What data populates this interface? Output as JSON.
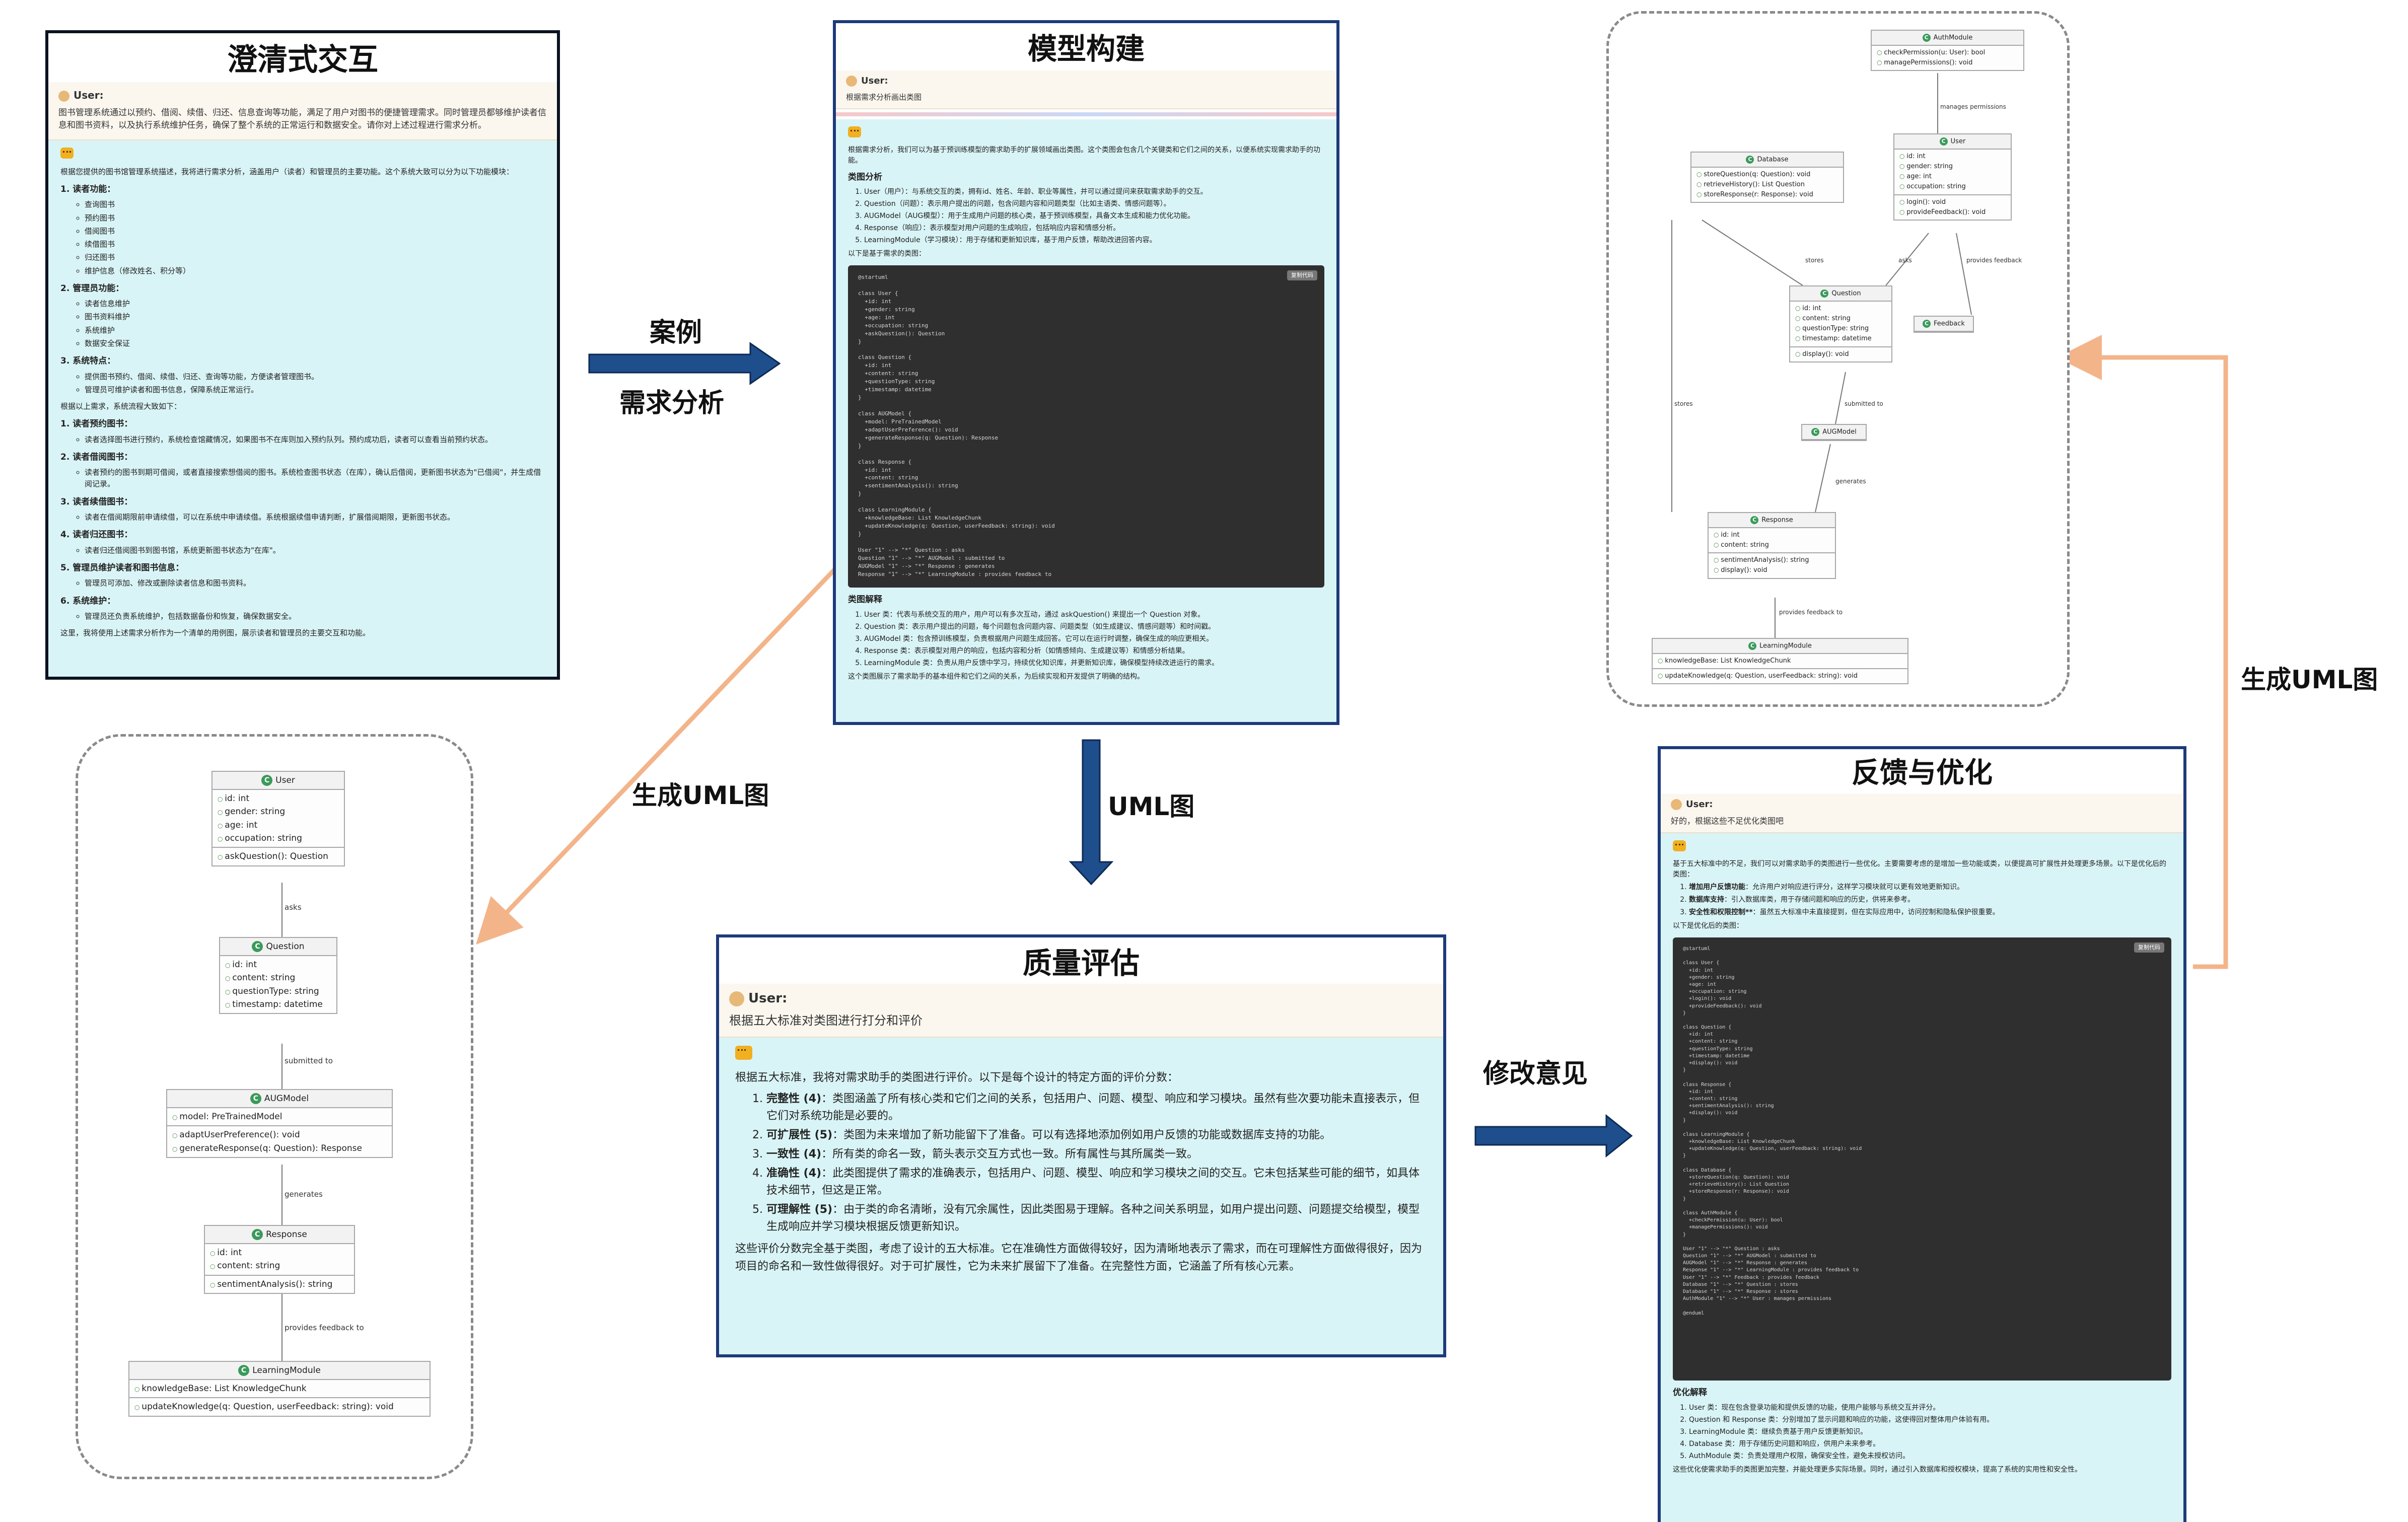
{
  "panels": {
    "clarify": {
      "title": "澄清式交互",
      "user_label": "User:",
      "user_text": "图书管理系统通过以预约、借阅、续借、归还、信息查询等功能，满足了用户对图书的便捷管理需求。同时管理员都够维护读者信息和图书资料，以及执行系统维护任务，确保了整个系统的正常运行和数据安全。请你对上述过程进行需求分析。",
      "ai_intro": "根据您提供的图书馆管理系统描述，我将进行需求分析，涵盖用户（读者）和管理员的主要功能。这个系统大致可以分为以下功能模块：",
      "sections": [
        {
          "title": "1. 读者功能：",
          "items": [
            "查询图书",
            "预约图书",
            "借阅图书",
            "续借图书",
            "归还图书",
            "维护信息（修改姓名、积分等）"
          ]
        },
        {
          "title": "2. 管理员功能：",
          "items": [
            "读者信息维护",
            "图书资料维护",
            "系统维护",
            "数据安全保证"
          ]
        },
        {
          "title": "3. 系统特点：",
          "items": [
            "提供图书预约、借阅、续借、归还、查询等功能，方便读者管理图书。",
            "管理员可维护读者和图书信息，保障系统正常运行。"
          ]
        }
      ],
      "flow_intro": "根据以上需求，系统流程大致如下：",
      "flow": [
        {
          "title": "1. 读者预约图书：",
          "text": "读者选择图书进行预约，系统检查馆藏情况，如果图书不在库则加入预约队列。预约成功后，读者可以查看当前预约状态。"
        },
        {
          "title": "2. 读者借阅图书：",
          "text": "读者预约的图书到期可借阅，或者直接搜索想借阅的图书。系统检查图书状态（在库），确认后借阅，更新图书状态为\"已借阅\"，并生成借阅记录。"
        },
        {
          "title": "3. 读者续借图书：",
          "text": "读者在借阅期限前申请续借，可以在系统中申请续借。系统根据续借申请判断，扩展借阅期限，更新图书状态。"
        },
        {
          "title": "4. 读者归还图书：",
          "text": "读者归还借阅图书到图书馆，系统更新图书状态为\"在库\"。"
        },
        {
          "title": "5. 管理员维护读者和图书信息：",
          "text": "管理员可添加、修改或删除读者信息和图书资料。"
        },
        {
          "title": "6. 系统维护：",
          "text": "管理员还负责系统维护，包括数据备份和恢复，确保数据安全。"
        }
      ],
      "closing": "这里，我将使用上述需求分析作为一个清单的用例图，展示读者和管理员的主要交互和功能。"
    },
    "model": {
      "title": "模型构建",
      "user_label": "User:",
      "user_text": "根据需求分析画出类图",
      "ai_intro": "根据需求分析，我们可以为基于预训练模型的需求助手的扩展领域画出类图。这个类图会包含几个关键类和它们之间的关系，以便系统实现需求助手的功能。",
      "classes_title": "类图分析",
      "classes": [
        "User（用户）：与系统交互的类，拥有id、姓名、年龄、职业等属性，并可以通过提问来获取需求助手的交互。",
        "Question（问题）：表示用户提出的问题，包含问题内容和问题类型（比如主语类、情感问题等）。",
        "AUGModel（AUG模型）：用于生成用户问题的核心类，基于预训练模型，具备文本生成和能力优化功能。",
        "Response（响应）：表示模型对用户问题的生成响应，包括响应内容和情感分析。",
        "LearningModule（学习模块）：用于存储和更新知识库，基于用户反馈，帮助改进回答内容。"
      ],
      "code_intro": "以下是基于需求的类图：",
      "copy_label": "复制代码",
      "code": "@startuml\n\nclass User {\n  +id: int\n  +gender: string\n  +age: int\n  +occupation: string\n  +askQuestion(): Question\n}\n\nclass Question {\n  +id: int\n  +content: string\n  +questionType: string\n  +timestamp: datetime\n}\n\nclass AUGModel {\n  +model: PreTrainedModel\n  +adaptUserPreference(): void\n  +generateResponse(q: Question): Response\n}\n\nclass Response {\n  +id: int\n  +content: string\n  +sentimentAnalysis(): string\n}\n\nclass LearningModule {\n  +knowledgeBase: List KnowledgeChunk\n  +updateKnowledge(q: Question, userFeedback: string): void\n}\n\nUser \"1\" --> \"*\" Question : asks\nQuestion \"1\" --> \"*\" AUGModel : submitted to\nAUGModel \"1\" --> \"*\" Response : generates\nResponse \"1\" --> \"*\" LearningModule : provides feedback to\n\n@enduml",
      "explain_title": "类图解释",
      "explain": [
        "User 类：代表与系统交互的用户，用户可以有多次互动，通过 askQuestion() 来提出一个 Question 对象。",
        "Question 类：表示用户提出的问题，每个问题包含问题内容、问题类型（如生成建议、情感问题等）和时间戳。",
        "AUGModel 类：包含预训练模型，负责根据用户问题生成回答。它可以在运行时调整，确保生成的响应更相关。",
        "Response 类：表示模型对用户的响应，包括内容和分析（如情感倾向、生成建议等）和情感分析结果。",
        "LearningModule 类：负责从用户反馈中学习，持续优化知识库，并更新知识库，确保模型持续改进运行的需求。"
      ],
      "closing": "这个类图展示了需求助手的基本组件和它们之间的关系，为后续实现和开发提供了明确的结构。"
    },
    "quality": {
      "title": "质量评估",
      "user_label": "User:",
      "user_text": "根据五大标准对类图进行打分和评价",
      "ai_intro": "根据五大标准，我将对需求助手的类图进行评价。以下是每个设计的特定方面的评价分数：",
      "items": [
        {
          "head": "完整性 (4)",
          "text": "：类图涵盖了所有核心类和它们之间的关系，包括用户、问题、模型、响应和学习模块。虽然有些次要功能未直接表示，但它们对系统功能是必要的。"
        },
        {
          "head": "可扩展性 (5)",
          "text": "：类图为未来增加了新功能留下了准备。可以有选择地添加例如用户反馈的功能或数据库支持的功能。"
        },
        {
          "head": "一致性 (4)",
          "text": "：所有类的命名一致，箭头表示交互方式也一致。所有属性与其所属类一致。"
        },
        {
          "head": "准确性 (4)",
          "text": "：此类图提供了需求的准确表示，包括用户、问题、模型、响应和学习模块之间的交互。它未包括某些可能的细节，如具体技术细节，但这是正常。"
        },
        {
          "head": "可理解性 (5)",
          "text": "：由于类的命名清晰，没有冗余属性，因此类图易于理解。各种之间关系明显，如用户提出问题、问题提交给模型，模型生成响应并学习模块根据反馈更新知识。"
        }
      ],
      "closing": "这些评价分数完全基于类图，考虑了设计的五大标准。它在准确性方面做得较好，因为清晰地表示了需求，而在可理解性方面做得很好，因为项目的命名和一致性做得很好。对于可扩展性，它为未来扩展留下了准备。在完整性方面，它涵盖了所有核心元素。"
    },
    "feedback": {
      "title": "反馈与优化",
      "user_label": "User:",
      "user_text": "好的，根据这些不足优化类图吧",
      "ai_intro": "基于五大标准中的不足，我们可以对需求助手的类图进行一些优化。主要需要考虑的是增加一些功能或类，以便提高可扩展性并处理更多场景。以下是优化后的类图：",
      "items": [
        {
          "head": "增加用户反馈功能",
          "text": "：允许用户对响应进行评分，这样学习模块就可以更有效地更新知识。"
        },
        {
          "head": "数据库支持",
          "text": "：引入数据库类，用于存储问题和响应的历史，供将来参考。"
        },
        {
          "head": "安全性和权限控制**",
          "text": "：虽然五大标准中未直接提到，但在实际应用中，访问控制和隐私保护很重要。"
        }
      ],
      "code_intro": "以下是优化后的类图：",
      "copy_label": "复制代码",
      "code": "@startuml\n\nclass User {\n  +id: int\n  +gender: string\n  +age: int\n  +occupation: string\n  +login(): void\n  +provideFeedback(): void\n}\n\nclass Question {\n  +id: int\n  +content: string\n  +questionType: string\n  +timestamp: datetime\n  +display(): void\n}\n\nclass Response {\n  +id: int\n  +content: string\n  +sentimentAnalysis(): string\n  +display(): void\n}\n\nclass LearningModule {\n  +knowledgeBase: List KnowledgeChunk\n  +updateKnowledge(q: Question, userFeedback: string): void\n}\n\nclass Database {\n  +storeQuestion(q: Question): void\n  +retrieveHistory(): List Question\n  +storeResponse(r: Response): void\n}\n\nclass AuthModule {\n  +checkPermission(u: User): bool\n  +managePermissions(): void\n}\n\nUser \"1\" --> \"*\" Question : asks\nQuestion \"1\" --> \"*\" AUGModel : submitted to\nAUGModel \"1\" --> \"*\" Response : generates\nResponse \"1\" --> \"*\" LearningModule : provides feedback to\nUser \"1\" --> \"*\" Feedback : provides feedback\nDatabase \"1\" --> \"*\" Question : stores\nDatabase \"1\" --> \"*\" Response : stores\nAuthModule \"1\" --> \"*\" User : manages permissions\n\n@enduml",
      "explain_title": "优化解释",
      "explain": [
        "User 类：现在包含登录功能和提供反馈的功能，使用户能够与系统交互并评分。",
        "Question 和 Response 类：分别增加了显示问题和响应的功能，这使得回对整体用户体验有用。",
        "LearningModule 类：继续负责基于用户反馈更新知识。",
        "Database 类：用于存储历史问题和响应，供用户未来参考。",
        "AuthModule 类：负责处理用户权限，确保安全性，避免未授权访问。"
      ],
      "closing": "这些优化使需求助手的类图更加完整，并能处理更多实际场景。同时，通过引入数据库和授权模块，提高了系统的实用性和安全性。"
    }
  },
  "arrows": {
    "case": "案例",
    "req": "需求分析",
    "uml_left": "生成UML图",
    "uml_down": "UML图",
    "revise": "修改意见",
    "uml_right": "生成UML图"
  },
  "uml_left": {
    "classes": [
      {
        "name": "User",
        "attrs": [
          "id: int",
          "gender: string",
          "age: int",
          "occupation: string"
        ],
        "methods": [
          "askQuestion(): Question"
        ]
      },
      {
        "name": "Question",
        "attrs": [
          "id: int",
          "content: string",
          "questionType: string",
          "timestamp: datetime"
        ],
        "methods": []
      },
      {
        "name": "AUGModel",
        "attrs": [
          "model: PreTrainedModel"
        ],
        "methods": [
          "adaptUserPreference(): void",
          "generateResponse(q: Question): Response"
        ]
      },
      {
        "name": "Response",
        "attrs": [
          "id: int",
          "content: string"
        ],
        "methods": [
          "sentimentAnalysis(): string"
        ]
      },
      {
        "name": "LearningModule",
        "attrs": [
          "knowledgeBase: List KnowledgeChunk"
        ],
        "methods": [
          "updateKnowledge(q: Question, userFeedback: string): void"
        ]
      }
    ],
    "relations": [
      "asks",
      "submitted to",
      "generates",
      "provides feedback to"
    ]
  },
  "uml_right": {
    "classes": [
      {
        "name": "AuthModule",
        "attrs": [],
        "methods": [
          "checkPermission(u: User): bool",
          "managePermissions(): void"
        ]
      },
      {
        "name": "User",
        "attrs": [
          "id: int",
          "gender: string",
          "age: int",
          "occupation: string"
        ],
        "methods": [
          "login(): void",
          "provideFeedback(): void"
        ]
      },
      {
        "name": "Database",
        "attrs": [],
        "methods": [
          "storeQuestion(q: Question): void",
          "retrieveHistory(): List Question",
          "storeResponse(r: Response): void"
        ]
      },
      {
        "name": "Question",
        "attrs": [
          "id: int",
          "content: string",
          "questionType: string",
          "timestamp: datetime"
        ],
        "methods": [
          "display(): void"
        ]
      },
      {
        "name": "Feedback",
        "attrs": [],
        "methods": []
      },
      {
        "name": "AUGModel",
        "attrs": [],
        "methods": []
      },
      {
        "name": "Response",
        "attrs": [
          "id: int",
          "content: string"
        ],
        "methods": [
          "sentimentAnalysis(): string",
          "display(): void"
        ]
      },
      {
        "name": "LearningModule",
        "attrs": [
          "knowledgeBase: List KnowledgeChunk"
        ],
        "methods": [
          "updateKnowledge(q: Question, userFeedback: string): void"
        ]
      }
    ],
    "relations": [
      "manages permissions",
      "stores",
      "asks",
      "provides feedback",
      "stores",
      "submitted to",
      "generates",
      "provides feedback to"
    ]
  },
  "colors": {
    "arrow_blue": "#1f4e8c",
    "arrow_orange": "#f3b48a",
    "panel_border": "#1d3a7a",
    "ai_bg": "#d9f4f6"
  }
}
